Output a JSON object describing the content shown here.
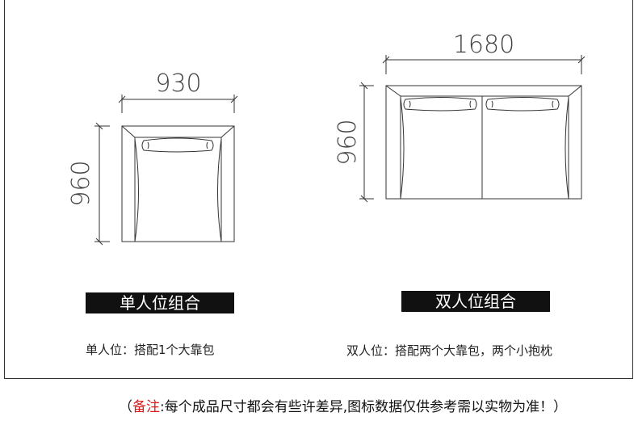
{
  "single": {
    "width_dim": "930",
    "depth_dim": "960",
    "label": "单人位组合",
    "caption": "单人位：搭配1个大靠包"
  },
  "double": {
    "width_dim": "1680",
    "depth_dim": "960",
    "label": "双人位组合",
    "caption": "双人位：搭配两个大靠包，两个小抱枕"
  },
  "note": {
    "open": "（",
    "highlight": "备注",
    "text": ":每个成品尺寸都会有些许差异,图标数据仅供参考需以实物为准！）"
  },
  "colors": {
    "line": "#333333",
    "bar": "#111111",
    "highlight": "#d91b1b"
  }
}
